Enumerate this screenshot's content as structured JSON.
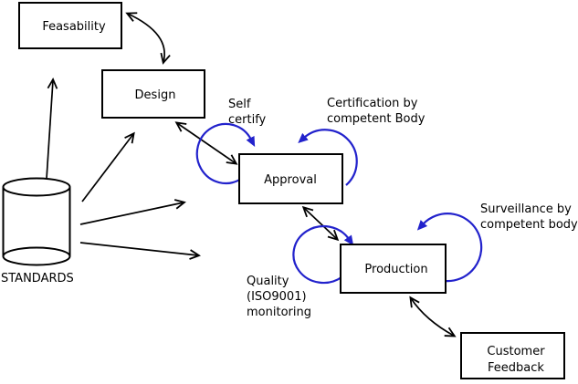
{
  "colors": {
    "blue": "#2222cc",
    "black": "#000000",
    "background": "#ffffff"
  },
  "datastore": {
    "label": "STANDARDS"
  },
  "nodes": {
    "feasability": {
      "label": "Feasability"
    },
    "design": {
      "label": "Design"
    },
    "approval": {
      "label": "Approval"
    },
    "production": {
      "label": "Production"
    },
    "customer_feedback": {
      "lines": [
        "Customer",
        "Feedback"
      ]
    }
  },
  "annotations": {
    "self_certify": {
      "lines": [
        "Self",
        "certify"
      ]
    },
    "certification": {
      "lines": [
        "Certification by",
        "competent Body"
      ]
    },
    "surveillance": {
      "lines": [
        "Surveillance by",
        "competent body"
      ]
    },
    "quality_monitoring": {
      "lines": [
        "Quality",
        "(ISO9001)",
        "monitoring"
      ]
    }
  }
}
